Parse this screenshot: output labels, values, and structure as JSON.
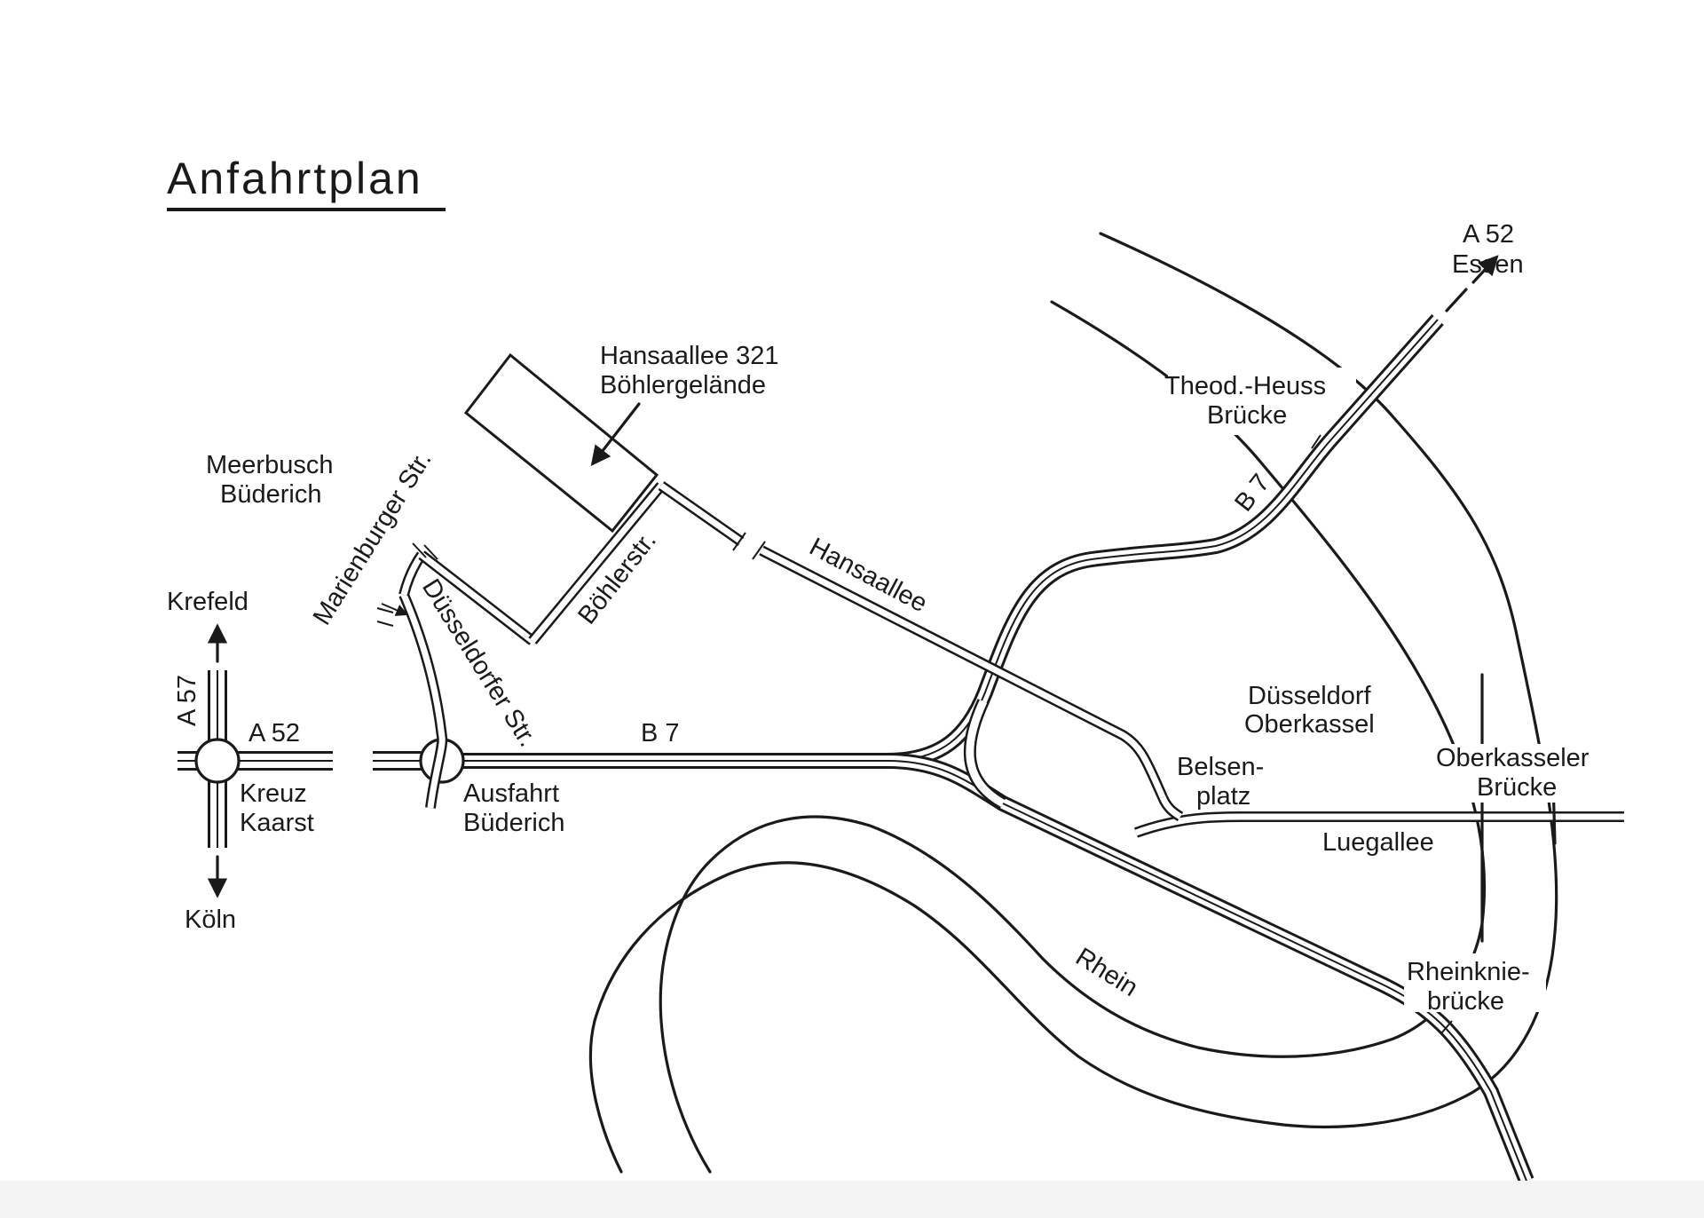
{
  "title": "Anfahrtplan",
  "colors": {
    "ink": "#1a1a1a",
    "paper": "#ffffff"
  },
  "icons": [
    "arrow-icon",
    "roundabout-icon",
    "building-icon"
  ],
  "destination": {
    "line1": "Hansaallee 321",
    "line2": "Böhlergelände"
  },
  "places": {
    "meerbusch": {
      "line1": "Meerbusch",
      "line2": "Büderich"
    },
    "duesseldorf": {
      "line1": "Düsseldorf",
      "line2": "Oberkassel"
    }
  },
  "directions": {
    "krefeld": "Krefeld",
    "koeln": "Köln",
    "a52_essen": {
      "line1": "A 52",
      "line2": "Essen"
    }
  },
  "junctions": {
    "kreuz_kaarst": {
      "line1": "Kreuz",
      "line2": "Kaarst"
    },
    "ausfahrt_buederich": {
      "line1": "Ausfahrt",
      "line2": "Büderich"
    },
    "belsenplatz": {
      "line1": "Belsen-",
      "line2": "platz"
    }
  },
  "roads": {
    "a57": "A 57",
    "a52": "A 52",
    "b7_west": "B 7",
    "b7_north": "B 7",
    "marienburger": "Marienburger Str.",
    "duesseldorfer": "Düsseldorfer Str.",
    "boehlerstr": "Böhlerstr.",
    "hansaallee": "Hansaallee",
    "luegallee": "Luegallee"
  },
  "bridges": {
    "theodor_heuss": {
      "line1": "Theod.-Heuss",
      "line2": "Brücke"
    },
    "oberkasseler": {
      "line1": "Oberkasseler",
      "line2": "Brücke"
    },
    "rheinknie": {
      "line1": "Rheinknie-",
      "line2": "brücke"
    }
  },
  "river": "Rhein"
}
